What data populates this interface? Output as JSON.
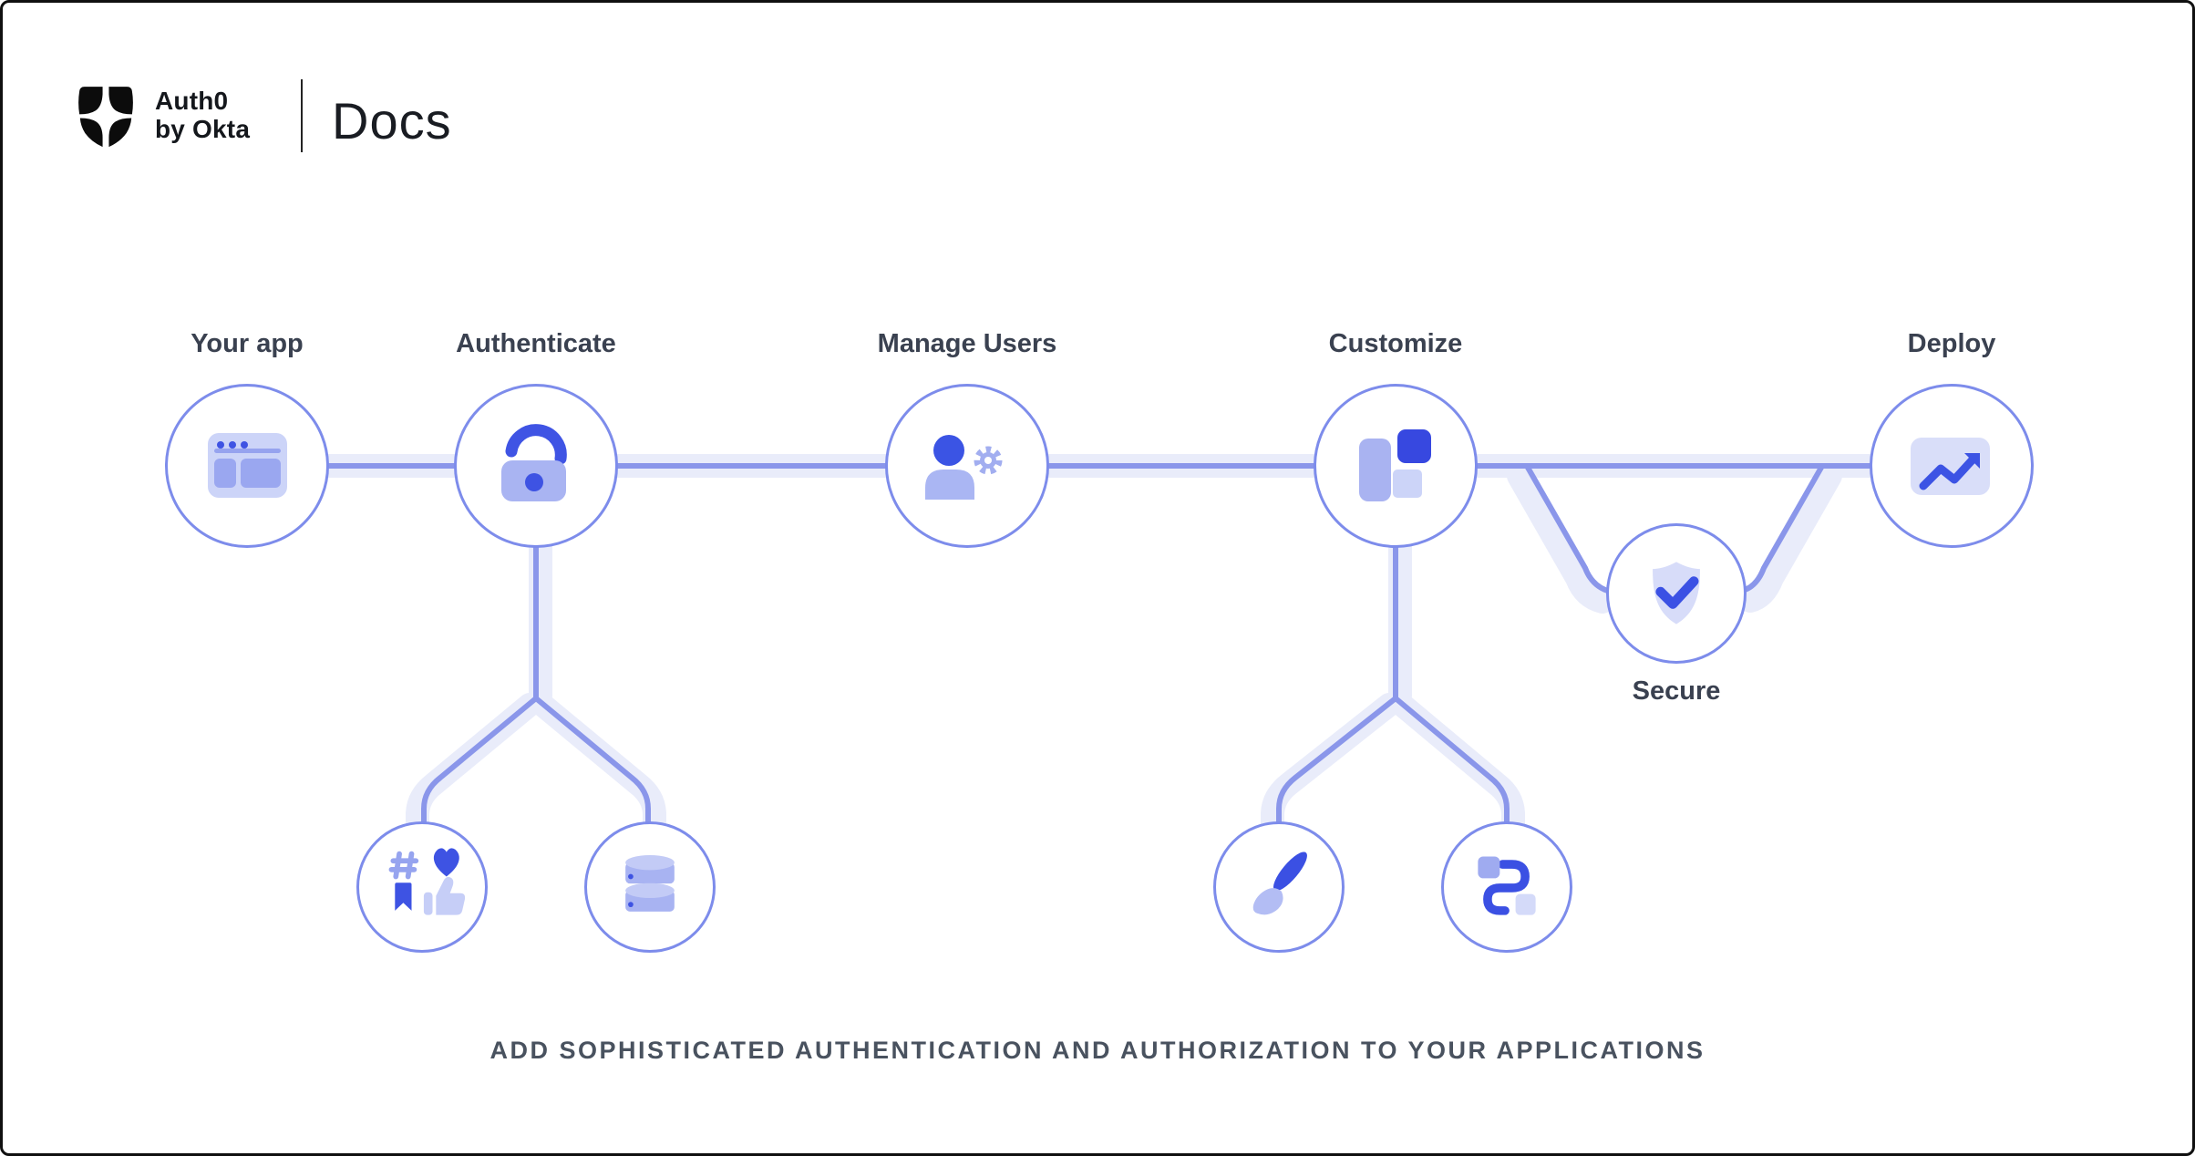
{
  "header": {
    "brand_line1": "Auth0",
    "brand_line2": "by Okta",
    "product": "Docs"
  },
  "diagram": {
    "nodes": [
      {
        "id": "your-app",
        "label": "Your app",
        "icon": "browser-window-icon"
      },
      {
        "id": "authenticate",
        "label": "Authenticate",
        "icon": "open-padlock-icon"
      },
      {
        "id": "manage-users",
        "label": "Manage Users",
        "icon": "user-gear-icon"
      },
      {
        "id": "customize",
        "label": "Customize",
        "icon": "layout-blocks-icon"
      },
      {
        "id": "secure",
        "label": "Secure",
        "icon": "shield-check-icon"
      },
      {
        "id": "deploy",
        "label": "Deploy",
        "icon": "trending-up-chart-icon"
      }
    ],
    "sub_nodes": [
      {
        "parent": "authenticate",
        "icon": "social-login-icon"
      },
      {
        "parent": "authenticate",
        "icon": "database-icon"
      },
      {
        "parent": "customize",
        "icon": "paintbrush-icon"
      },
      {
        "parent": "customize",
        "icon": "flow-path-icon"
      }
    ],
    "colors": {
      "connector_core": "#8a96ea",
      "connector_band": "#e9ecfa",
      "circle_border": "#7d8ceb",
      "icon_dark_blue": "#3e53e3",
      "icon_medium_lavender": "#a2aef0",
      "icon_light_lavender": "#ccd4f8",
      "label_text": "#3a4150"
    }
  },
  "footer": {
    "tagline": "ADD SOPHISTICATED AUTHENTICATION AND AUTHORIZATION TO YOUR APPLICATIONS"
  }
}
